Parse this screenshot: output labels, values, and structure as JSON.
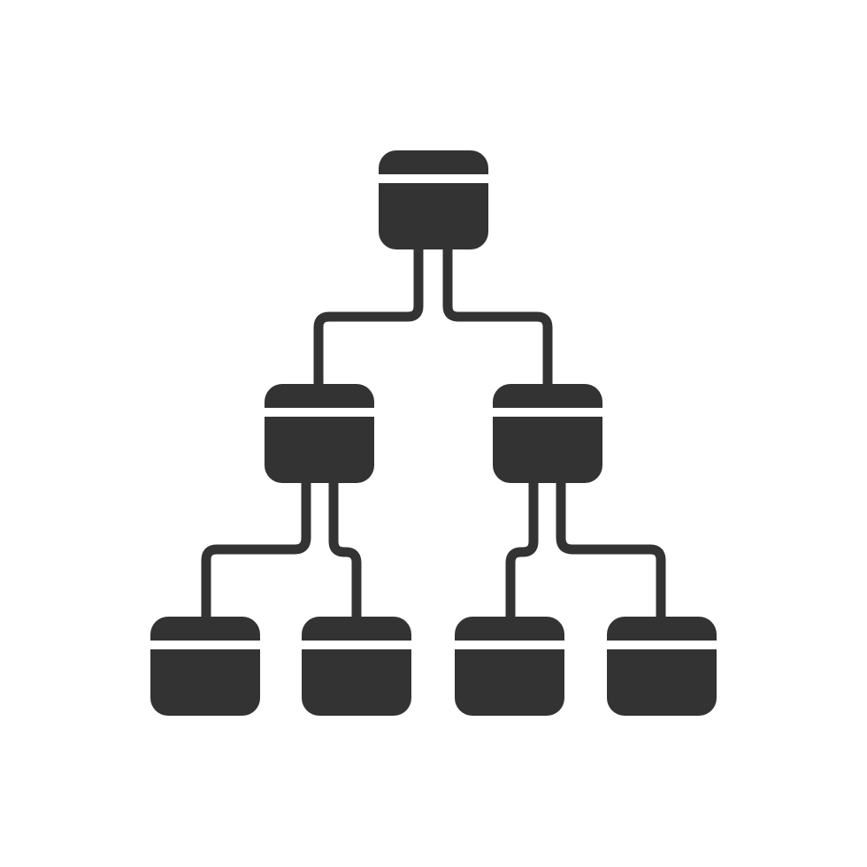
{
  "icon": {
    "name": "hierarchy-tree-icon",
    "color": "#333333",
    "background": "#ffffff",
    "levels": 3,
    "nodes": [
      {
        "id": "root",
        "level": 1
      },
      {
        "id": "child-left",
        "level": 2,
        "parent": "root"
      },
      {
        "id": "child-right",
        "level": 2,
        "parent": "root"
      },
      {
        "id": "leaf-1",
        "level": 3,
        "parent": "child-left"
      },
      {
        "id": "leaf-2",
        "level": 3,
        "parent": "child-left"
      },
      {
        "id": "leaf-3",
        "level": 3,
        "parent": "child-right"
      },
      {
        "id": "leaf-4",
        "level": 3,
        "parent": "child-right"
      }
    ]
  }
}
